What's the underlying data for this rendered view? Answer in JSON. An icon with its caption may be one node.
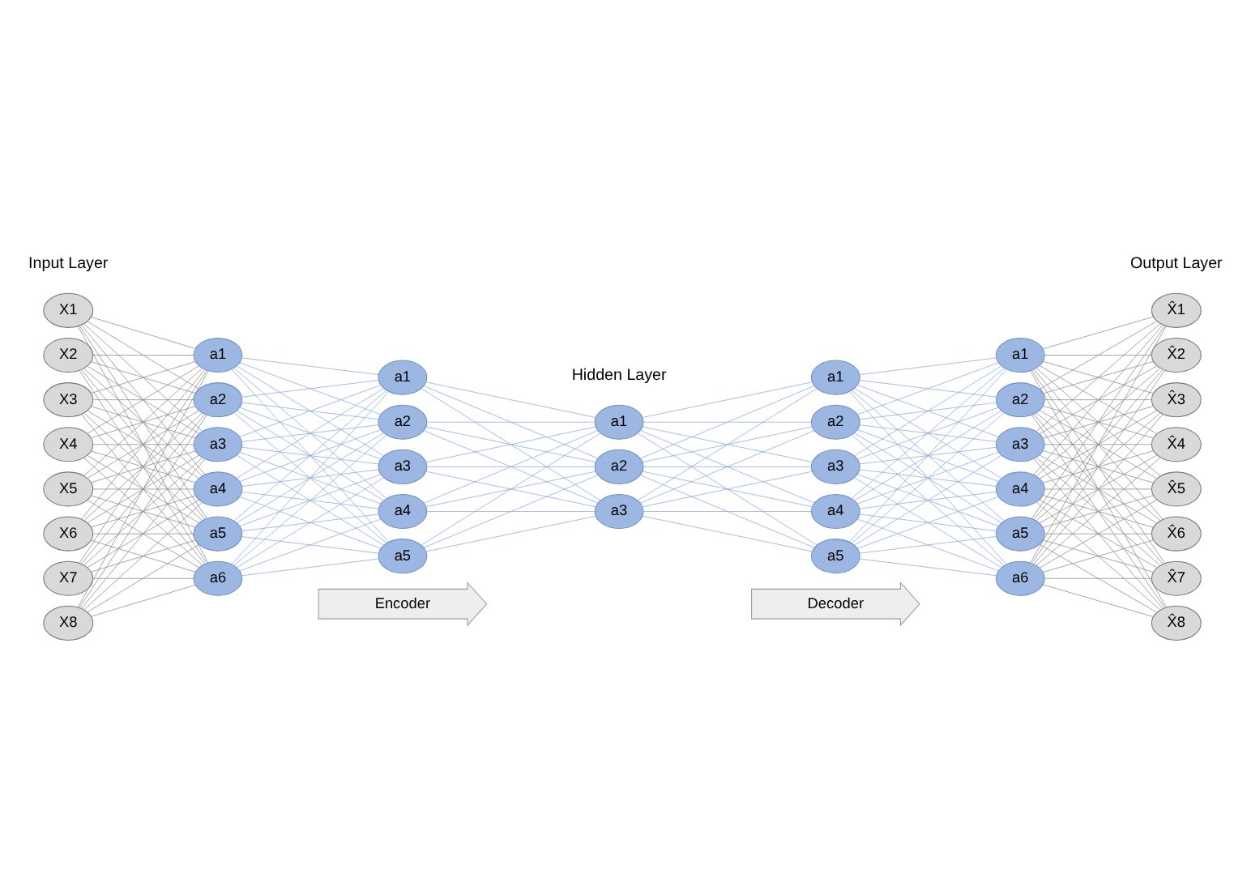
{
  "diagram": {
    "nodes": [
      {
        "text": [
          "X1"
        ]
      },
      {
        "text": [
          "X2"
        ]
      },
      {
        "text": [
          "X3"
        ]
      },
      {
        "text": [
          "X4"
        ]
      },
      {
        "text": [
          "X5"
        ]
      },
      {
        "text": [
          "X6"
        ]
      },
      {
        "text": [
          "X7"
        ]
      },
      {
        "text": [
          "X8"
        ]
      },
      {
        "text": [
          "a1"
        ]
      },
      {
        "text": [
          "a2"
        ]
      },
      {
        "text": [
          "a3"
        ]
      },
      {
        "text": [
          "a4"
        ]
      },
      {
        "text": [
          "a5"
        ]
      },
      {
        "text": [
          "a6"
        ]
      },
      {
        "text": [
          "a1"
        ]
      },
      {
        "text": [
          "a2"
        ]
      },
      {
        "text": [
          "a3"
        ]
      },
      {
        "text": [
          "a4"
        ]
      },
      {
        "text": [
          "a5"
        ]
      },
      {
        "text": [
          "a1"
        ]
      },
      {
        "text": [
          "a2"
        ]
      },
      {
        "text": [
          "a3"
        ]
      },
      {
        "text": [
          "a1"
        ]
      },
      {
        "text": [
          "a2"
        ]
      },
      {
        "text": [
          "a3"
        ]
      },
      {
        "text": [
          "a4"
        ]
      },
      {
        "text": [
          "a5"
        ]
      },
      {
        "text": [
          "a1"
        ]
      },
      {
        "text": [
          "a2"
        ]
      },
      {
        "text": [
          "a3"
        ]
      },
      {
        "text": [
          "a4"
        ]
      },
      {
        "text": [
          "a5"
        ]
      },
      {
        "text": [
          "a6"
        ]
      },
      {
        "text": [
          "X̂1"
        ]
      },
      {
        "text": [
          "X̂2"
        ]
      },
      {
        "text": [
          "X̂3"
        ]
      },
      {
        "text": [
          "X̂4"
        ]
      },
      {
        "text": [
          "X̂5"
        ]
      },
      {
        "text": [
          "X̂6"
        ]
      },
      {
        "text": [
          "X̂7"
        ]
      },
      {
        "text": [
          "X̂8"
        ]
      },
      {
        "text": [
          "Encoder"
        ]
      },
      {
        "text": [
          "Decoder"
        ]
      }
    ],
    "edges": [
      {
        "from": 0,
        "to": 8,
        "arrow": "none"
      },
      {
        "from": 0,
        "to": 9,
        "arrow": "none"
      },
      {
        "from": 0,
        "to": 10,
        "arrow": "none"
      },
      {
        "from": 0,
        "to": 11,
        "arrow": "none"
      },
      {
        "from": 0,
        "to": 12,
        "arrow": "none"
      },
      {
        "from": 0,
        "to": 13,
        "arrow": "none"
      },
      {
        "from": 1,
        "to": 8,
        "arrow": "none"
      },
      {
        "from": 1,
        "to": 9,
        "arrow": "none"
      },
      {
        "from": 1,
        "to": 10,
        "arrow": "none"
      },
      {
        "from": 1,
        "to": 11,
        "arrow": "none"
      },
      {
        "from": 1,
        "to": 12,
        "arrow": "none"
      },
      {
        "from": 1,
        "to": 13,
        "arrow": "none"
      },
      {
        "from": 2,
        "to": 8,
        "arrow": "none"
      },
      {
        "from": 2,
        "to": 9,
        "arrow": "none"
      },
      {
        "from": 2,
        "to": 10,
        "arrow": "none"
      },
      {
        "from": 2,
        "to": 11,
        "arrow": "none"
      },
      {
        "from": 2,
        "to": 12,
        "arrow": "none"
      },
      {
        "from": 2,
        "to": 13,
        "arrow": "none"
      },
      {
        "from": 3,
        "to": 8,
        "arrow": "none"
      },
      {
        "from": 3,
        "to": 9,
        "arrow": "none"
      },
      {
        "from": 3,
        "to": 10,
        "arrow": "none"
      },
      {
        "from": 3,
        "to": 11,
        "arrow": "none"
      },
      {
        "from": 3,
        "to": 12,
        "arrow": "none"
      },
      {
        "from": 3,
        "to": 13,
        "arrow": "none"
      },
      {
        "from": 4,
        "to": 8,
        "arrow": "none"
      },
      {
        "from": 4,
        "to": 9,
        "arrow": "none"
      },
      {
        "from": 4,
        "to": 10,
        "arrow": "none"
      },
      {
        "from": 4,
        "to": 11,
        "arrow": "none"
      },
      {
        "from": 4,
        "to": 12,
        "arrow": "none"
      },
      {
        "from": 4,
        "to": 13,
        "arrow": "none"
      },
      {
        "from": 5,
        "to": 8,
        "arrow": "none"
      },
      {
        "from": 5,
        "to": 9,
        "arrow": "none"
      },
      {
        "from": 5,
        "to": 10,
        "arrow": "none"
      },
      {
        "from": 5,
        "to": 11,
        "arrow": "none"
      },
      {
        "from": 5,
        "to": 12,
        "arrow": "none"
      },
      {
        "from": 5,
        "to": 13,
        "arrow": "none"
      },
      {
        "from": 6,
        "to": 8,
        "arrow": "none"
      },
      {
        "from": 6,
        "to": 9,
        "arrow": "none"
      },
      {
        "from": 6,
        "to": 10,
        "arrow": "none"
      },
      {
        "from": 6,
        "to": 11,
        "arrow": "none"
      },
      {
        "from": 6,
        "to": 12,
        "arrow": "none"
      },
      {
        "from": 6,
        "to": 13,
        "arrow": "none"
      },
      {
        "from": 7,
        "to": 8,
        "arrow": "none"
      },
      {
        "from": 7,
        "to": 9,
        "arrow": "none"
      },
      {
        "from": 7,
        "to": 10,
        "arrow": "none"
      },
      {
        "from": 7,
        "to": 11,
        "arrow": "none"
      },
      {
        "from": 7,
        "to": 12,
        "arrow": "none"
      },
      {
        "from": 7,
        "to": 13,
        "arrow": "none"
      },
      {
        "from": 8,
        "to": 14,
        "arrow": "none",
        "color": "#8ea9db"
      },
      {
        "from": 8,
        "to": 15,
        "arrow": "none",
        "color": "#8ea9db"
      },
      {
        "from": 8,
        "to": 16,
        "arrow": "none",
        "color": "#8ea9db"
      },
      {
        "from": 8,
        "to": 17,
        "arrow": "none",
        "color": "#8ea9db"
      },
      {
        "from": 8,
        "to": 18,
        "arrow": "none",
        "color": "#8ea9db"
      },
      {
        "from": 9,
        "to": 14,
        "arrow": "none",
        "color": "#8ea9db"
      },
      {
        "from": 9,
        "to": 15,
        "arrow": "none",
        "color": "#8ea9db"
      },
      {
        "from": 9,
        "to": 16,
        "arrow": "none",
        "color": "#8ea9db"
      },
      {
        "from": 9,
        "to": 17,
        "arrow": "none",
        "color": "#8ea9db"
      },
      {
        "from": 9,
        "to": 18,
        "arrow": "none",
        "color": "#8ea9db"
      },
      {
        "from": 10,
        "to": 14,
        "arrow": "none",
        "color": "#8ea9db"
      },
      {
        "from": 10,
        "to": 15,
        "arrow": "none",
        "color": "#8ea9db"
      },
      {
        "from": 10,
        "to": 16,
        "arrow": "none",
        "color": "#8ea9db"
      },
      {
        "from": 10,
        "to": 17,
        "arrow": "none",
        "color": "#8ea9db"
      },
      {
        "from": 10,
        "to": 18,
        "arrow": "none",
        "color": "#8ea9db"
      },
      {
        "from": 11,
        "to": 14,
        "arrow": "none",
        "color": "#8ea9db"
      },
      {
        "from": 11,
        "to": 15,
        "arrow": "none",
        "color": "#8ea9db"
      },
      {
        "from": 11,
        "to": 16,
        "arrow": "none",
        "color": "#8ea9db"
      },
      {
        "from": 11,
        "to": 17,
        "arrow": "none",
        "color": "#8ea9db"
      },
      {
        "from": 11,
        "to": 18,
        "arrow": "none",
        "color": "#8ea9db"
      },
      {
        "from": 12,
        "to": 14,
        "arrow": "none",
        "color": "#8ea9db"
      },
      {
        "from": 12,
        "to": 15,
        "arrow": "none",
        "color": "#8ea9db"
      },
      {
        "from": 12,
        "to": 16,
        "arrow": "none",
        "color": "#8ea9db"
      },
      {
        "from": 12,
        "to": 17,
        "arrow": "none",
        "color": "#8ea9db"
      },
      {
        "from": 12,
        "to": 18,
        "arrow": "none",
        "color": "#8ea9db"
      },
      {
        "from": 13,
        "to": 14,
        "arrow": "none",
        "color": "#8ea9db"
      },
      {
        "from": 13,
        "to": 15,
        "arrow": "none",
        "color": "#8ea9db"
      },
      {
        "from": 13,
        "to": 16,
        "arrow": "none",
        "color": "#8ea9db"
      },
      {
        "from": 13,
        "to": 17,
        "arrow": "none",
        "color": "#8ea9db"
      },
      {
        "from": 13,
        "to": 18,
        "arrow": "none",
        "color": "#8ea9db"
      },
      {
        "from": 14,
        "to": 19,
        "arrow": "none",
        "color": "#8ea9db"
      },
      {
        "from": 14,
        "to": 20,
        "arrow": "none",
        "color": "#8ea9db"
      },
      {
        "from": 14,
        "to": 21,
        "arrow": "none",
        "color": "#8ea9db"
      },
      {
        "from": 15,
        "to": 19,
        "arrow": "none",
        "color": "#8ea9db"
      },
      {
        "from": 15,
        "to": 20,
        "arrow": "none",
        "color": "#8ea9db"
      },
      {
        "from": 15,
        "to": 21,
        "arrow": "none",
        "color": "#8ea9db"
      },
      {
        "from": 16,
        "to": 19,
        "arrow": "none",
        "color": "#8ea9db"
      },
      {
        "from": 16,
        "to": 20,
        "arrow": "none",
        "color": "#8ea9db"
      },
      {
        "from": 16,
        "to": 21,
        "arrow": "none",
        "color": "#8ea9db"
      },
      {
        "from": 17,
        "to": 19,
        "arrow": "none",
        "color": "#8ea9db"
      },
      {
        "from": 17,
        "to": 20,
        "arrow": "none",
        "color": "#8ea9db"
      },
      {
        "from": 17,
        "to": 21,
        "arrow": "none",
        "color": "#8ea9db"
      },
      {
        "from": 18,
        "to": 19,
        "arrow": "none",
        "color": "#8ea9db"
      },
      {
        "from": 18,
        "to": 20,
        "arrow": "none",
        "color": "#8ea9db"
      },
      {
        "from": 18,
        "to": 21,
        "arrow": "none",
        "color": "#8ea9db"
      },
      {
        "from": 19,
        "to": 22,
        "arrow": "none",
        "color": "#8ea9db"
      },
      {
        "from": 19,
        "to": 23,
        "arrow": "none",
        "color": "#8ea9db"
      },
      {
        "from": 19,
        "to": 24,
        "arrow": "none",
        "color": "#8ea9db"
      },
      {
        "from": 19,
        "to": 25,
        "arrow": "none",
        "color": "#8ea9db"
      },
      {
        "from": 19,
        "to": 26,
        "arrow": "none",
        "color": "#8ea9db"
      },
      {
        "from": 20,
        "to": 22,
        "arrow": "none",
        "color": "#8ea9db"
      },
      {
        "from": 20,
        "to": 23,
        "arrow": "none",
        "color": "#8ea9db"
      },
      {
        "from": 20,
        "to": 24,
        "arrow": "none",
        "color": "#8ea9db"
      },
      {
        "from": 20,
        "to": 25,
        "arrow": "none",
        "color": "#8ea9db"
      },
      {
        "from": 20,
        "to": 26,
        "arrow": "none",
        "color": "#8ea9db"
      },
      {
        "from": 21,
        "to": 22,
        "arrow": "none",
        "color": "#8ea9db"
      },
      {
        "from": 21,
        "to": 23,
        "arrow": "none",
        "color": "#8ea9db"
      },
      {
        "from": 21,
        "to": 24,
        "arrow": "none",
        "color": "#8ea9db"
      },
      {
        "from": 21,
        "to": 25,
        "arrow": "none",
        "color": "#8ea9db"
      },
      {
        "from": 21,
        "to": 26,
        "arrow": "none",
        "color": "#8ea9db"
      },
      {
        "from": 22,
        "to": 27,
        "arrow": "none",
        "color": "#8ea9db"
      },
      {
        "from": 22,
        "to": 28,
        "arrow": "none",
        "color": "#8ea9db"
      },
      {
        "from": 22,
        "to": 29,
        "arrow": "none",
        "color": "#8ea9db"
      },
      {
        "from": 22,
        "to": 30,
        "arrow": "none",
        "color": "#8ea9db"
      },
      {
        "from": 22,
        "to": 31,
        "arrow": "none",
        "color": "#8ea9db"
      },
      {
        "from": 22,
        "to": 32,
        "arrow": "none",
        "color": "#8ea9db"
      },
      {
        "from": 23,
        "to": 27,
        "arrow": "none",
        "color": "#8ea9db"
      },
      {
        "from": 23,
        "to": 28,
        "arrow": "none",
        "color": "#8ea9db"
      },
      {
        "from": 23,
        "to": 29,
        "arrow": "none",
        "color": "#8ea9db"
      },
      {
        "from": 23,
        "to": 30,
        "arrow": "none",
        "color": "#8ea9db"
      },
      {
        "from": 23,
        "to": 31,
        "arrow": "none",
        "color": "#8ea9db"
      },
      {
        "from": 23,
        "to": 32,
        "arrow": "none",
        "color": "#8ea9db"
      },
      {
        "from": 24,
        "to": 27,
        "arrow": "none",
        "color": "#8ea9db"
      },
      {
        "from": 24,
        "to": 28,
        "arrow": "none",
        "color": "#8ea9db"
      },
      {
        "from": 24,
        "to": 29,
        "arrow": "none",
        "color": "#8ea9db"
      },
      {
        "from": 24,
        "to": 30,
        "arrow": "none",
        "color": "#8ea9db"
      },
      {
        "from": 24,
        "to": 31,
        "arrow": "none",
        "color": "#8ea9db"
      },
      {
        "from": 24,
        "to": 32,
        "arrow": "none",
        "color": "#8ea9db"
      },
      {
        "from": 25,
        "to": 27,
        "arrow": "none",
        "color": "#8ea9db"
      },
      {
        "from": 25,
        "to": 28,
        "arrow": "none",
        "color": "#8ea9db"
      },
      {
        "from": 25,
        "to": 29,
        "arrow": "none",
        "color": "#8ea9db"
      },
      {
        "from": 25,
        "to": 30,
        "arrow": "none",
        "color": "#8ea9db"
      },
      {
        "from": 25,
        "to": 31,
        "arrow": "none",
        "color": "#8ea9db"
      },
      {
        "from": 25,
        "to": 32,
        "arrow": "none",
        "color": "#8ea9db"
      },
      {
        "from": 26,
        "to": 27,
        "arrow": "none",
        "color": "#8ea9db"
      },
      {
        "from": 26,
        "to": 28,
        "arrow": "none",
        "color": "#8ea9db"
      },
      {
        "from": 26,
        "to": 29,
        "arrow": "none",
        "color": "#8ea9db"
      },
      {
        "from": 26,
        "to": 30,
        "arrow": "none",
        "color": "#8ea9db"
      },
      {
        "from": 26,
        "to": 31,
        "arrow": "none",
        "color": "#8ea9db"
      },
      {
        "from": 26,
        "to": 32,
        "arrow": "none",
        "color": "#8ea9db"
      },
      {
        "from": 27,
        "to": 33,
        "arrow": "none"
      },
      {
        "from": 27,
        "to": 34,
        "arrow": "none"
      },
      {
        "from": 27,
        "to": 35,
        "arrow": "none"
      },
      {
        "from": 27,
        "to": 36,
        "arrow": "none"
      },
      {
        "from": 27,
        "to": 37,
        "arrow": "none"
      },
      {
        "from": 27,
        "to": 38,
        "arrow": "none"
      },
      {
        "from": 27,
        "to": 39,
        "arrow": "none"
      },
      {
        "from": 27,
        "to": 40,
        "arrow": "none"
      },
      {
        "from": 28,
        "to": 33,
        "arrow": "none"
      },
      {
        "from": 28,
        "to": 34,
        "arrow": "none"
      },
      {
        "from": 28,
        "to": 35,
        "arrow": "none"
      },
      {
        "from": 28,
        "to": 36,
        "arrow": "none"
      },
      {
        "from": 28,
        "to": 37,
        "arrow": "none"
      },
      {
        "from": 28,
        "to": 38,
        "arrow": "none"
      },
      {
        "from": 28,
        "to": 39,
        "arrow": "none"
      },
      {
        "from": 28,
        "to": 40,
        "arrow": "none"
      },
      {
        "from": 29,
        "to": 33,
        "arrow": "none"
      },
      {
        "from": 29,
        "to": 34,
        "arrow": "none"
      },
      {
        "from": 29,
        "to": 35,
        "arrow": "none"
      },
      {
        "from": 29,
        "to": 36,
        "arrow": "none"
      },
      {
        "from": 29,
        "to": 37,
        "arrow": "none"
      },
      {
        "from": 29,
        "to": 38,
        "arrow": "none"
      },
      {
        "from": 29,
        "to": 39,
        "arrow": "none"
      },
      {
        "from": 29,
        "to": 40,
        "arrow": "none"
      },
      {
        "from": 30,
        "to": 33,
        "arrow": "none"
      },
      {
        "from": 30,
        "to": 34,
        "arrow": "none"
      },
      {
        "from": 30,
        "to": 35,
        "arrow": "none"
      },
      {
        "from": 30,
        "to": 36,
        "arrow": "none"
      },
      {
        "from": 30,
        "to": 37,
        "arrow": "none"
      },
      {
        "from": 30,
        "to": 38,
        "arrow": "none"
      },
      {
        "from": 30,
        "to": 39,
        "arrow": "none"
      },
      {
        "from": 30,
        "to": 40,
        "arrow": "none"
      },
      {
        "from": 31,
        "to": 33,
        "arrow": "none"
      },
      {
        "from": 31,
        "to": 34,
        "arrow": "none"
      },
      {
        "from": 31,
        "to": 35,
        "arrow": "none"
      },
      {
        "from": 31,
        "to": 36,
        "arrow": "none"
      },
      {
        "from": 31,
        "to": 37,
        "arrow": "none"
      },
      {
        "from": 31,
        "to": 38,
        "arrow": "none"
      },
      {
        "from": 31,
        "to": 39,
        "arrow": "none"
      },
      {
        "from": 31,
        "to": 40,
        "arrow": "none"
      },
      {
        "from": 32,
        "to": 33,
        "arrow": "none"
      },
      {
        "from": 32,
        "to": 34,
        "arrow": "none"
      },
      {
        "from": 32,
        "to": 35,
        "arrow": "none"
      },
      {
        "from": 32,
        "to": 36,
        "arrow": "none"
      },
      {
        "from": 32,
        "to": 37,
        "arrow": "none"
      },
      {
        "from": 32,
        "to": 38,
        "arrow": "none"
      },
      {
        "from": 32,
        "to": 39,
        "arrow": "none"
      },
      {
        "from": 32,
        "to": 40,
        "arrow": "none"
      }
    ],
    "labels": [
      "Input Layer",
      "Hidden Layer",
      "Output Layer"
    ]
  }
}
